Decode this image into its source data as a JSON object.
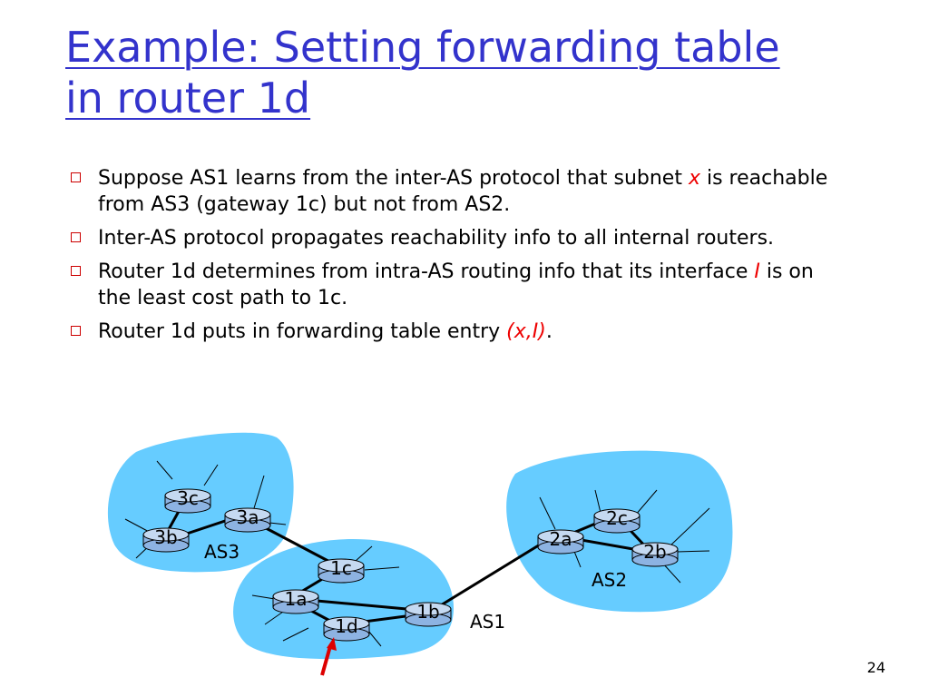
{
  "slide": {
    "title_line1": "Example: Setting forwarding table",
    "title_line2": "in router 1d",
    "page_number": "24",
    "colors": {
      "title": "#3333cc",
      "bullet_marker": "#cc0000",
      "emphasis": "#ee0000",
      "as_cloud": "#66ccff",
      "arrow": "#dd0000"
    }
  },
  "bullets": [
    {
      "pre": "Suppose AS1 learns from the inter-AS protocol that subnet ",
      "em": "x",
      "post": " is reachable from AS3 (gateway 1c) but not from AS2."
    },
    {
      "pre": "Inter-AS protocol propagates reachability info to all internal routers.",
      "em": "",
      "post": ""
    },
    {
      "pre": "Router 1d determines from intra-AS routing info that its interface ",
      "em": "I",
      "post": "  is on the least cost path to 1c."
    },
    {
      "pre": "Router 1d puts in forwarding table entry ",
      "em": "(x,I)",
      "post": "."
    }
  ],
  "diagram": {
    "as_labels": [
      "AS3",
      "AS2",
      "AS1"
    ],
    "routers": [
      "3c",
      "3a",
      "3b",
      "1c",
      "1a",
      "1d",
      "1b",
      "2a",
      "2c",
      "2b"
    ]
  }
}
